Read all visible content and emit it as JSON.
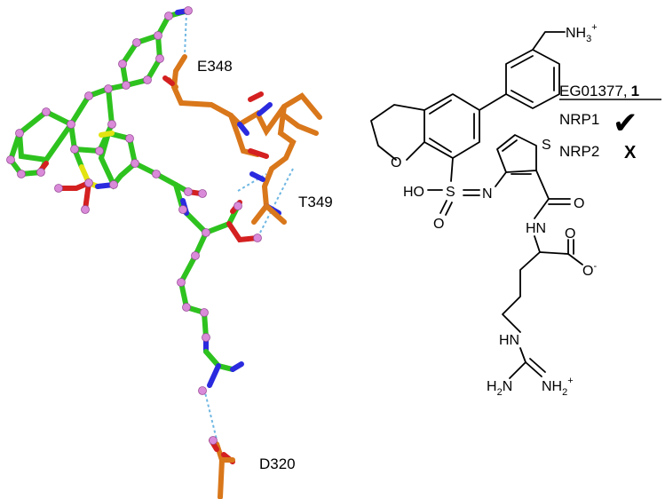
{
  "residues": {
    "e348": "E348",
    "t349": "T349",
    "d320": "D320"
  },
  "ligand": {
    "name": "EG01377,",
    "number": "1"
  },
  "selectivity": [
    {
      "target": "NRP1",
      "mark": "✔"
    },
    {
      "target": "NRP2",
      "mark": "X"
    }
  ],
  "structure_labels": {
    "nh3": "NH",
    "nh3_sub": "3",
    "nh3_sup": "+",
    "s_thiophene": "S",
    "o_furan": "O",
    "ho": "HO",
    "s_sulf": "S",
    "n_imine": "N",
    "o_sulf": "O",
    "o_amide": "O",
    "hn_amide": "HN",
    "o_carbox1": "O",
    "o_carbox2": "O",
    "carbox_charge": "-",
    "hn_guan": "HN",
    "h2n": "H",
    "h2n_sub": "2",
    "h2n_n": "N",
    "nh2_n": "NH",
    "nh2_sub": "2",
    "nh2_sup": "+"
  },
  "colors": {
    "ligand_carbon": "#2ec21f",
    "protein_carbon": "#d9771b",
    "nitrogen": "#2a2adf",
    "oxygen": "#d42020",
    "sulfur": "#e3e312",
    "hbond": "#6fb7e3",
    "atom_marker": "#d98ad8"
  }
}
